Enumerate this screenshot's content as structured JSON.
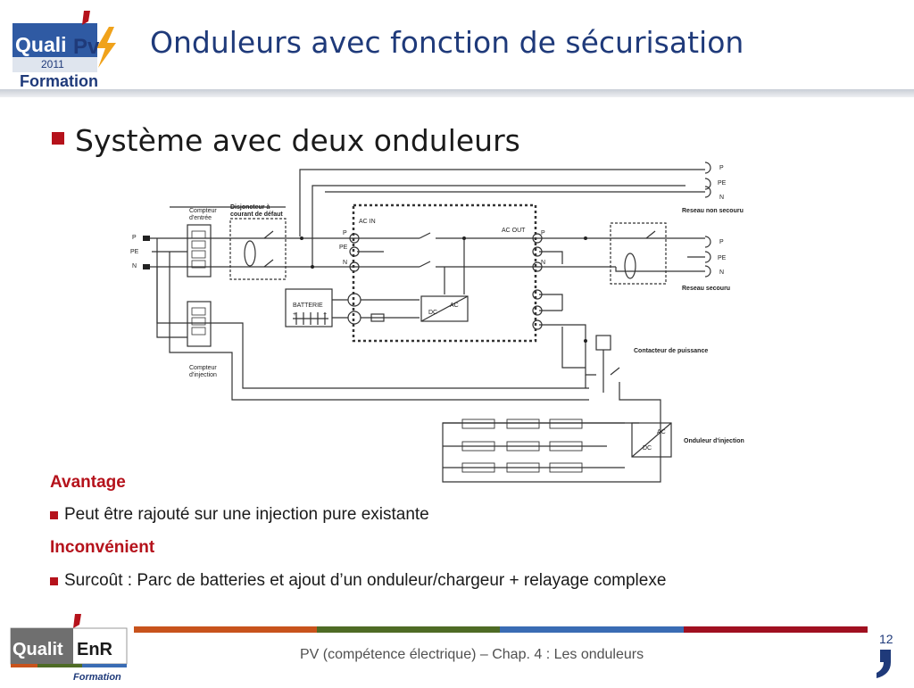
{
  "header": {
    "title": "Onduleurs avec fonction de sécurisation",
    "logo": {
      "word1": "Quali",
      "word2": "Pv",
      "year": "2011",
      "subtitle": "Formation"
    }
  },
  "main": {
    "bullet": "Système avec deux onduleurs",
    "advantage": {
      "heading": "Avantage",
      "item": "Peut être rajouté sur une injection pure existante"
    },
    "drawback": {
      "heading": "Inconvénient",
      "item": "Surcoût : Parc de batteries et ajout d’un onduleur/chargeur + relayage complexe"
    }
  },
  "diagram": {
    "labels": {
      "p_left": "P",
      "pe_left": "PE",
      "n_left": "N",
      "compteur_entree_1": "Compteur",
      "compteur_entree_2": "d'entrée",
      "compteur_injection_1": "Compteur",
      "compteur_injection_2": "d'injection",
      "disjoncteur_1": "Disjoncteur à",
      "disjoncteur_2": "courant de défaut",
      "ac_in": "AC IN",
      "ac_out": "AC OUT",
      "inv_p": "P",
      "inv_pe": "PE",
      "inv_n": "N",
      "out_p": "P",
      "out_n": "N",
      "batterie": "BATTERIE",
      "plus": "+",
      "minus": "−",
      "dc": "DC",
      "ac": "AC",
      "r1_p": "P",
      "r1_pe": "PE",
      "r1_n": "N",
      "reseau_non_secouru": "Reseau non secouru",
      "r2_p": "P",
      "r2_pe": "PE",
      "r2_n": "N",
      "reseau_secouru": "Reseau secouru",
      "contacteur": "Contacteur de puissance",
      "inj_ac": "AC",
      "inj_dc": "DC",
      "onduleur_injection": "Onduleur d'injection"
    }
  },
  "footer": {
    "text": "PV (compétence électrique) – Chap. 4 : Les onduleurs",
    "page": "12",
    "logo": {
      "word1": "Qualit",
      "word2": "EnR",
      "subtitle": "Formation"
    },
    "colors": [
      "#c8531c",
      "#4e6b25",
      "#3a6cb4",
      "#a01020"
    ]
  }
}
